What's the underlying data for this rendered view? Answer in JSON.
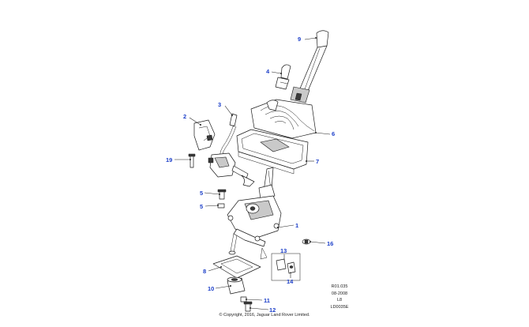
{
  "callouts": {
    "c1": "1",
    "c2": "2",
    "c3": "3",
    "c4": "4",
    "c5a": "5",
    "c5b": "5",
    "c6": "6",
    "c7": "7",
    "c8": "8",
    "c9": "9",
    "c10": "10",
    "c11": "11",
    "c12": "12",
    "c13": "13",
    "c14": "14",
    "c16": "16",
    "c19": "19"
  },
  "meta": {
    "ref": "R01.035",
    "date": "08-2008",
    "model": "L8",
    "code": "LD0035E"
  },
  "copyright": "© Copyright, 2016, Jaguar Land Rover Limited.",
  "colors": {
    "callout": "#1c3fc9",
    "line": "#1a1a1a"
  }
}
